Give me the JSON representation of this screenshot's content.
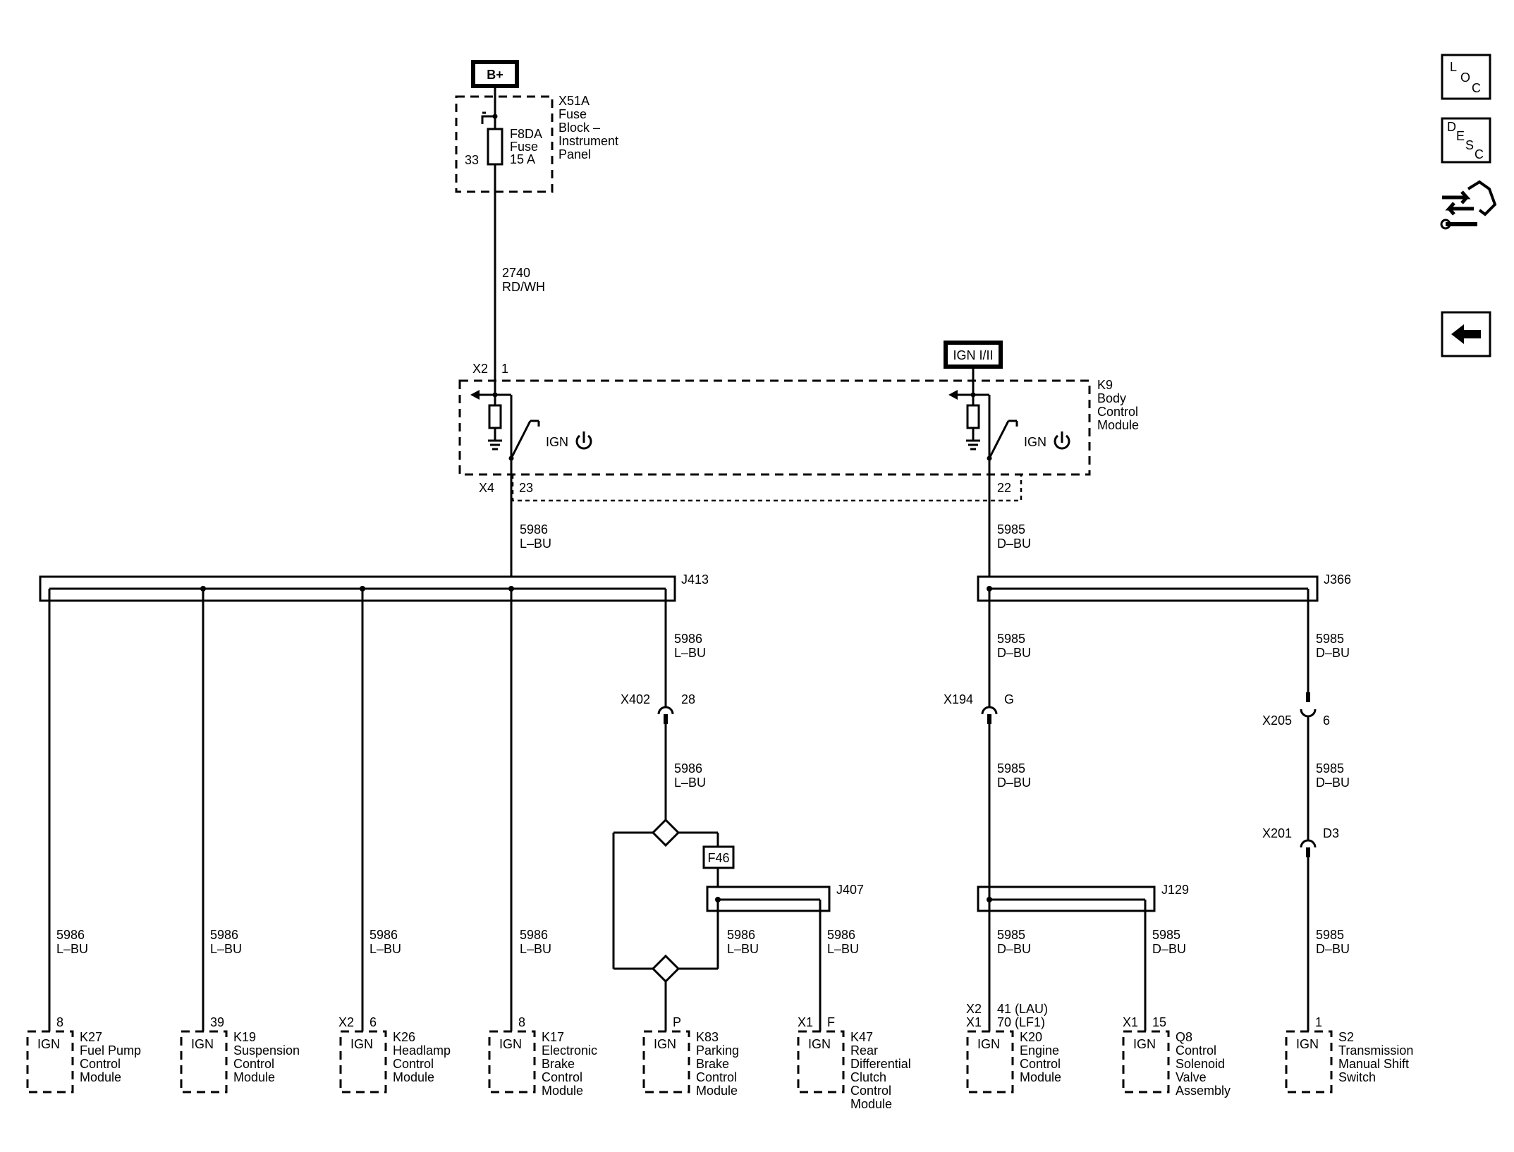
{
  "power": {
    "bplus": "B+",
    "ign": "IGN I/II"
  },
  "fuse_block": {
    "name": [
      "X51A",
      "Fuse",
      "Block –",
      "Instrument",
      "Panel"
    ],
    "fuse": [
      "F8DA",
      "Fuse",
      "15 A"
    ],
    "pin": "33"
  },
  "wire_2740": [
    "2740",
    "RD/WH"
  ],
  "bcm": {
    "name": [
      "K9",
      "Body",
      "Control",
      "Module"
    ],
    "x2": "X2",
    "x2_pin": "1",
    "x4": "X4",
    "pin_left": "23",
    "pin_right": "22",
    "ign_label": "IGN"
  },
  "wire_5986": [
    "5986",
    "L–BU"
  ],
  "wire_5985": [
    "5985",
    "D–BU"
  ],
  "splices": {
    "j413": "J413",
    "j366": "J366",
    "j407": "J407",
    "j129": "J129"
  },
  "connectors": {
    "x402": "X402",
    "x402_pin": "28",
    "x194": "X194",
    "x194_pin": "G",
    "x205": "X205",
    "x205_pin": "6",
    "x201": "X201",
    "x201_pin": "D3"
  },
  "f46": "F46",
  "modules": [
    {
      "conn": "",
      "pin": "8",
      "ign": "IGN",
      "name": [
        "K27",
        "Fuel Pump",
        "Control",
        "Module"
      ]
    },
    {
      "conn": "",
      "pin": "39",
      "ign": "IGN",
      "name": [
        "K19",
        "Suspension",
        "Control",
        "Module"
      ]
    },
    {
      "conn": "X2",
      "pin": "6",
      "ign": "IGN",
      "name": [
        "K26",
        "Headlamp",
        "Control",
        "Module"
      ]
    },
    {
      "conn": "",
      "pin": "8",
      "ign": "IGN",
      "name": [
        "K17",
        "Electronic",
        "Brake",
        "Control",
        "Module"
      ]
    },
    {
      "conn": "",
      "pin": "P",
      "ign": "IGN",
      "name": [
        "K83",
        "Parking",
        "Brake",
        "Control",
        "Module"
      ]
    },
    {
      "conn": "X1",
      "pin": "F",
      "ign": "IGN",
      "name": [
        "K47",
        "Rear",
        "Differential",
        "Clutch",
        "Control",
        "Module"
      ]
    },
    {
      "conn": "X2",
      "conn2": "X1",
      "pin": "41 (LAU)",
      "pin2": "70 (LF1)",
      "ign": "IGN",
      "name": [
        "K20",
        "Engine",
        "Control",
        "Module"
      ]
    },
    {
      "conn": "X1",
      "pin": "15",
      "ign": "IGN",
      "name": [
        "Q8",
        "Control",
        "Solenoid",
        "Valve",
        "Assembly"
      ]
    },
    {
      "conn": "",
      "pin": "1",
      "ign": "IGN",
      "name": [
        "S2",
        "Transmission",
        "Manual Shift",
        "Switch"
      ]
    }
  ],
  "nav": {
    "loc": [
      "L",
      "O",
      "C"
    ],
    "desc": [
      "D",
      "E",
      "S",
      "C"
    ],
    "back_icon": "left-arrow-icon",
    "flow_icon": "troubleshooting-icon"
  }
}
